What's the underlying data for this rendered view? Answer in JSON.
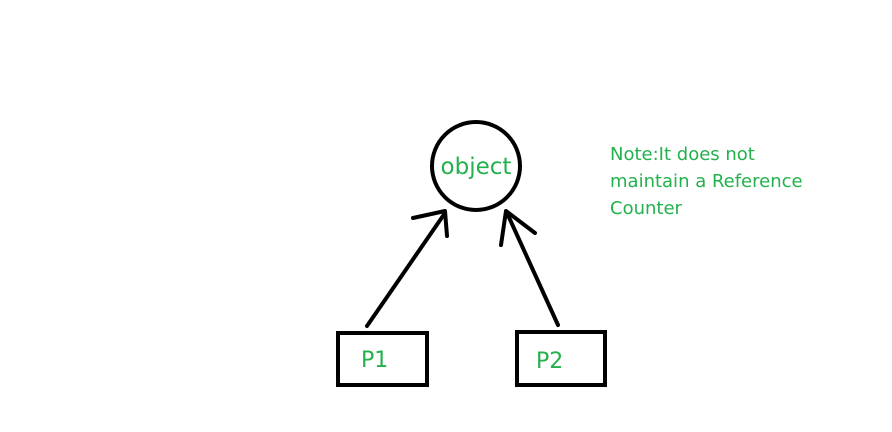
{
  "diagram": {
    "object_label": "object",
    "p1_label": "P1",
    "p2_label": "P2",
    "note": "Note:It does not\nmaintain a Reference\nCounter",
    "colors": {
      "text": "#22b14c",
      "stroke": "#000000",
      "background": "#ffffff"
    }
  }
}
